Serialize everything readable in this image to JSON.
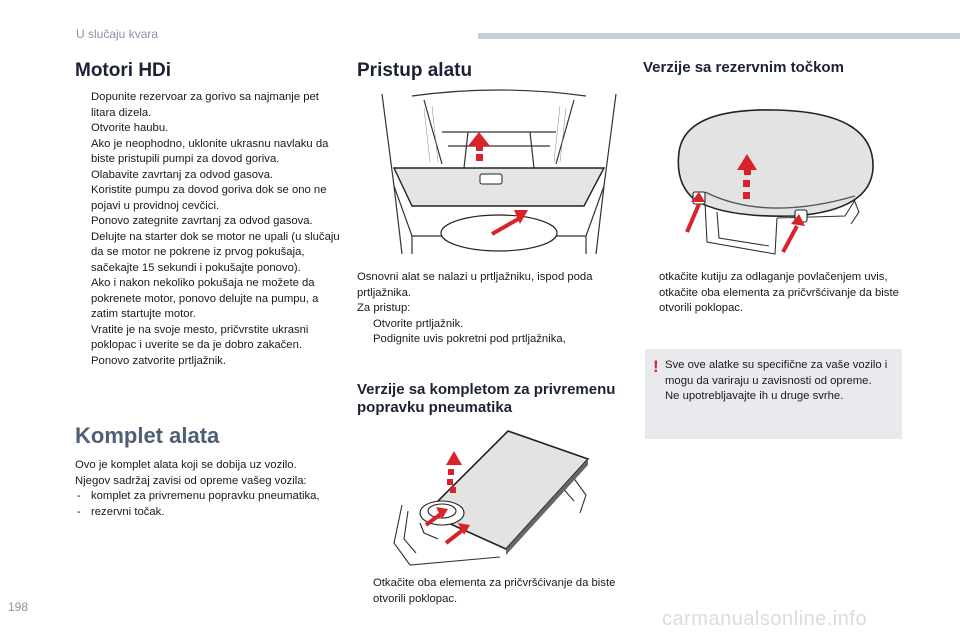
{
  "header": {
    "section": "U slučaju kvara"
  },
  "page_number": "198",
  "watermark": "carmanualsonline.info",
  "bullet_symbol": "",
  "dash_symbol": "-",
  "col1": {
    "title": "Motori HDi",
    "steps": [
      "Dopunite rezervoar za gorivo sa najmanje pet litara dizela.",
      "Otvorite haubu.",
      "Ako je neophodno, uklonite ukrasnu navlaku da biste pristupili pumpi za dovod goriva.",
      "Olabavite zavrtanj za odvod gasova.",
      "Koristite pumpu za dovod goriva dok se ono ne pojavi u providnoj cevčici.",
      "Ponovo zategnite zavrtanj za odvod gasova.",
      "Delujte na starter dok se motor ne upali (u slučaju da se motor ne pokrene iz prvog pokušaja, sačekajte 15 sekundi i pokušajte ponovo).",
      "Ako i nakon nekoliko pokušaja ne možete da pokrenete motor, ponovo delujte na pumpu, a zatim startujte motor.",
      "Vratite je na svoje mesto, pričvrstite ukrasni poklopac i uverite se da je dobro zakačen.",
      "Ponovo zatvorite prtljažnik."
    ],
    "kit_title": "Komplet alata",
    "kit_intro_1": "Ovo je komplet alata koji se dobija uz vozilo.",
    "kit_intro_2": "Njegov sadržaj zavisi od opreme vašeg vozila:",
    "kit_items": [
      "komplet za privremenu popravku pneumatika,",
      "rezervni točak."
    ]
  },
  "col2": {
    "title": "Pristup alatu",
    "intro_1": "Osnovni alat se nalazi u prtljažniku, ispod poda prtljažnika.",
    "intro_2": "Za pristup:",
    "steps": [
      "Otvorite prtljažnik.",
      "Podignite uvis pokretni pod prtljažnika,"
    ],
    "kit_title": "Verzije sa kompletom za privremenu popravku pneumatika",
    "kit_steps": [
      "Otkačite oba elementa za pričvršćivanje da biste otvorili poklopac."
    ]
  },
  "col3": {
    "title": "Verzije sa rezervnim točkom",
    "steps": [
      "otkačite kutiju za odlaganje povlačenjem uvis,",
      "otkačite oba elementa za pričvršćivanje da biste otvorili poklopac."
    ],
    "note_mark": "!",
    "note_1": "Sve ove alatke su specifične za vaše vozilo i mogu da variraju u zavisnosti od opreme.",
    "note_2": "Ne upotrebljavajte ih u druge svrhe."
  },
  "colors": {
    "accent_red": "#d8232a",
    "note_bg": "#e8eaee",
    "header_bar": "#c9cfda"
  }
}
